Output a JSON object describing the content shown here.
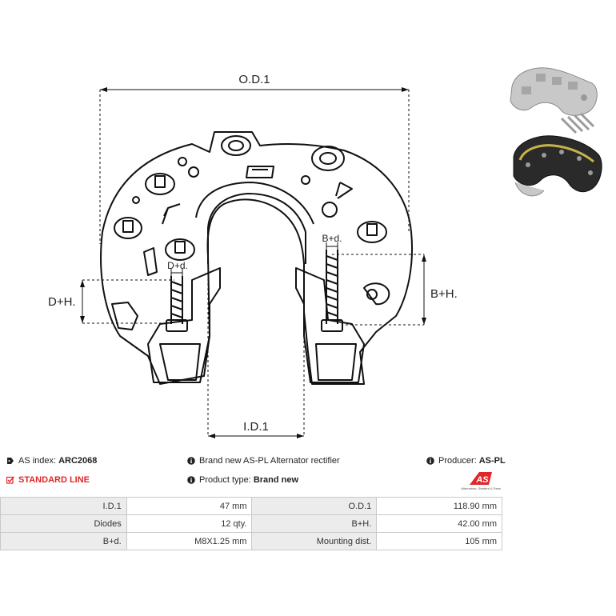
{
  "drawing": {
    "od_label": "O.D.1",
    "id_label": "I.D.1",
    "dh_label": "D+H.",
    "bh_label": "B+H.",
    "dd_label": "D+d.",
    "bd_label": "B+d."
  },
  "info": {
    "index_prefix": "AS index:",
    "index_value": "ARC2068",
    "line_label": "STANDARD LINE",
    "description": "Brand new AS-PL Alternator rectifier",
    "type_prefix": "Product type:",
    "type_value": "Brand new",
    "producer_prefix": "Producer:",
    "producer_value": "AS-PL"
  },
  "logo": {
    "text": "AS",
    "tagline": "Alternators, Starters & Parts",
    "color": "#e0272a"
  },
  "specs": [
    [
      "I.D.1",
      "47 mm",
      "O.D.1",
      "118.90 mm"
    ],
    [
      "Diodes",
      "12 qty.",
      "B+H.",
      "42.00 mm"
    ],
    [
      "B+d.",
      "M8X1.25 mm",
      "Mounting dist.",
      "105 mm"
    ]
  ]
}
